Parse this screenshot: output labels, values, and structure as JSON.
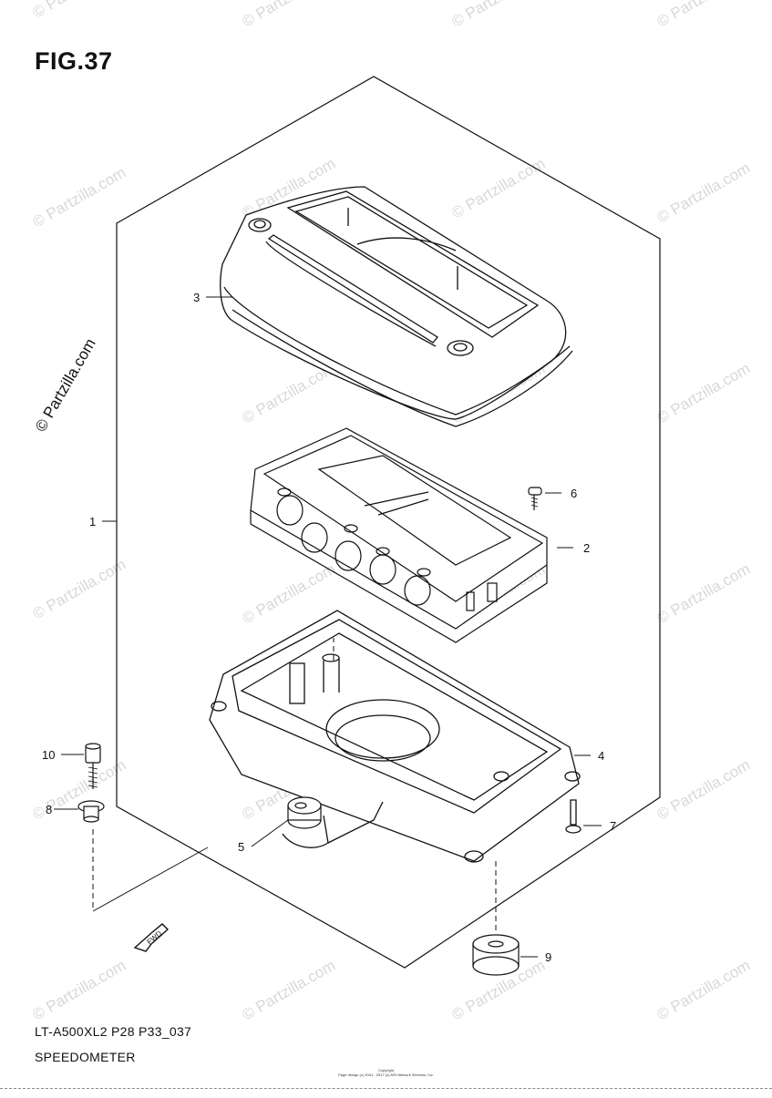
{
  "figure": {
    "title": "FIG.37",
    "model_code": "LT-A500XL2  P28  P33_037",
    "part_group": "SPEEDOMETER"
  },
  "watermark": {
    "text": "© Partzilla.com",
    "side_text": "© Partzilla.com"
  },
  "copyright": {
    "line1": "Copyright",
    "line2": "Page design (c) 2001 - 2017 (c) ARI Network Services, Inc."
  },
  "direction_marker": {
    "label": "FWD"
  },
  "callouts": [
    {
      "id": "1",
      "label": "1"
    },
    {
      "id": "2",
      "label": "2"
    },
    {
      "id": "3",
      "label": "3"
    },
    {
      "id": "4",
      "label": "4"
    },
    {
      "id": "5",
      "label": "5"
    },
    {
      "id": "6",
      "label": "6"
    },
    {
      "id": "7",
      "label": "7"
    },
    {
      "id": "8",
      "label": "8"
    },
    {
      "id": "9",
      "label": "9"
    },
    {
      "id": "10",
      "label": "10"
    }
  ]
}
